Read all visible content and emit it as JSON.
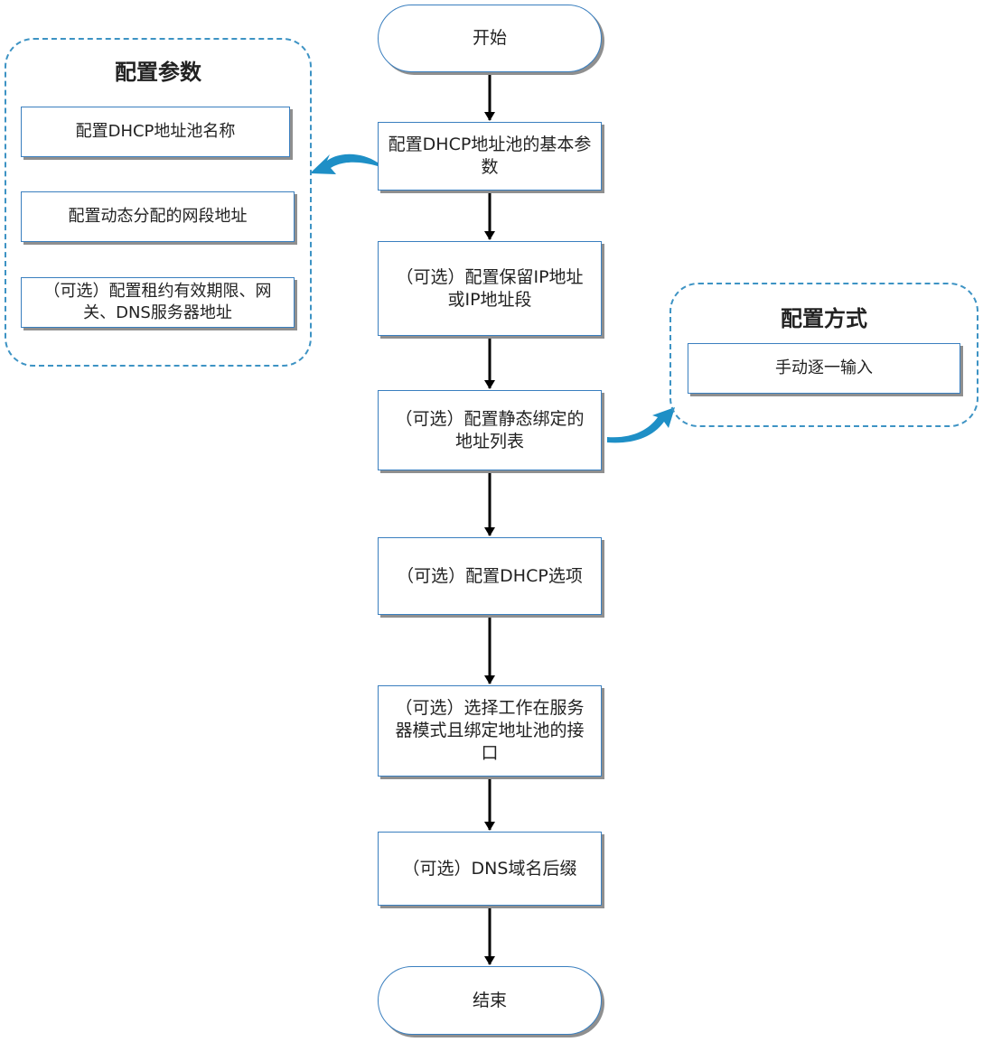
{
  "flow": {
    "start": "开始",
    "step1": "配置DHCP地址池的基本参数",
    "step2": "（可选）配置保留IP地址或IP地址段",
    "step3": "（可选）配置静态绑定的地址列表",
    "step4": "（可选）配置DHCP选项",
    "step5": "（可选）选择工作在服务器模式且绑定地址池的接口",
    "step6": "（可选）DNS域名后缀",
    "end": "结束"
  },
  "params_group": {
    "title": "配置参数",
    "items": [
      "配置DHCP地址池名称",
      "配置动态分配的网段地址",
      "（可选）配置租约有效期限、网关、DNS服务器地址"
    ]
  },
  "method_group": {
    "title": "配置方式",
    "items": [
      "手动逐一输入"
    ]
  },
  "colors": {
    "node_border": "#3a7fbf",
    "group_border": "#3d93c4",
    "callout_arrow": "#1e8fc6",
    "flow_arrow": "#000000"
  }
}
